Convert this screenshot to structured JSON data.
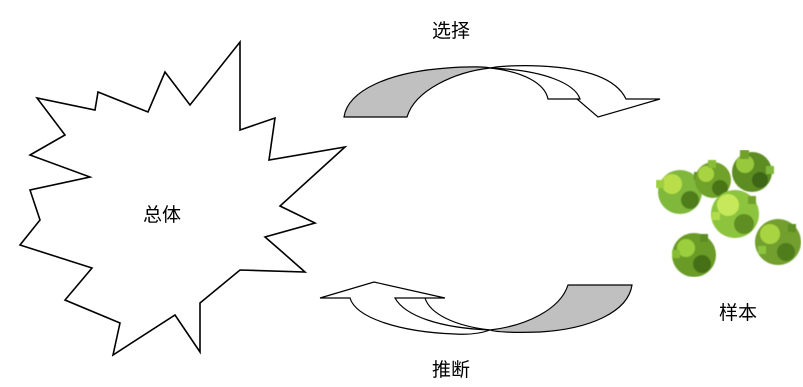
{
  "labels": {
    "top_arrow": "选择",
    "bottom_arrow": "推断",
    "population": "总体",
    "sample": "样本"
  },
  "colors": {
    "arrow_fill": "#c0c0c0",
    "outline": "#000000",
    "leaf_dark": "#4f7d1c",
    "leaf_mid": "#7fb83a",
    "leaf_light": "#b9de4a"
  },
  "icons": {
    "population_shape": "starburst",
    "sample_image": "green-leaf-cluster"
  }
}
